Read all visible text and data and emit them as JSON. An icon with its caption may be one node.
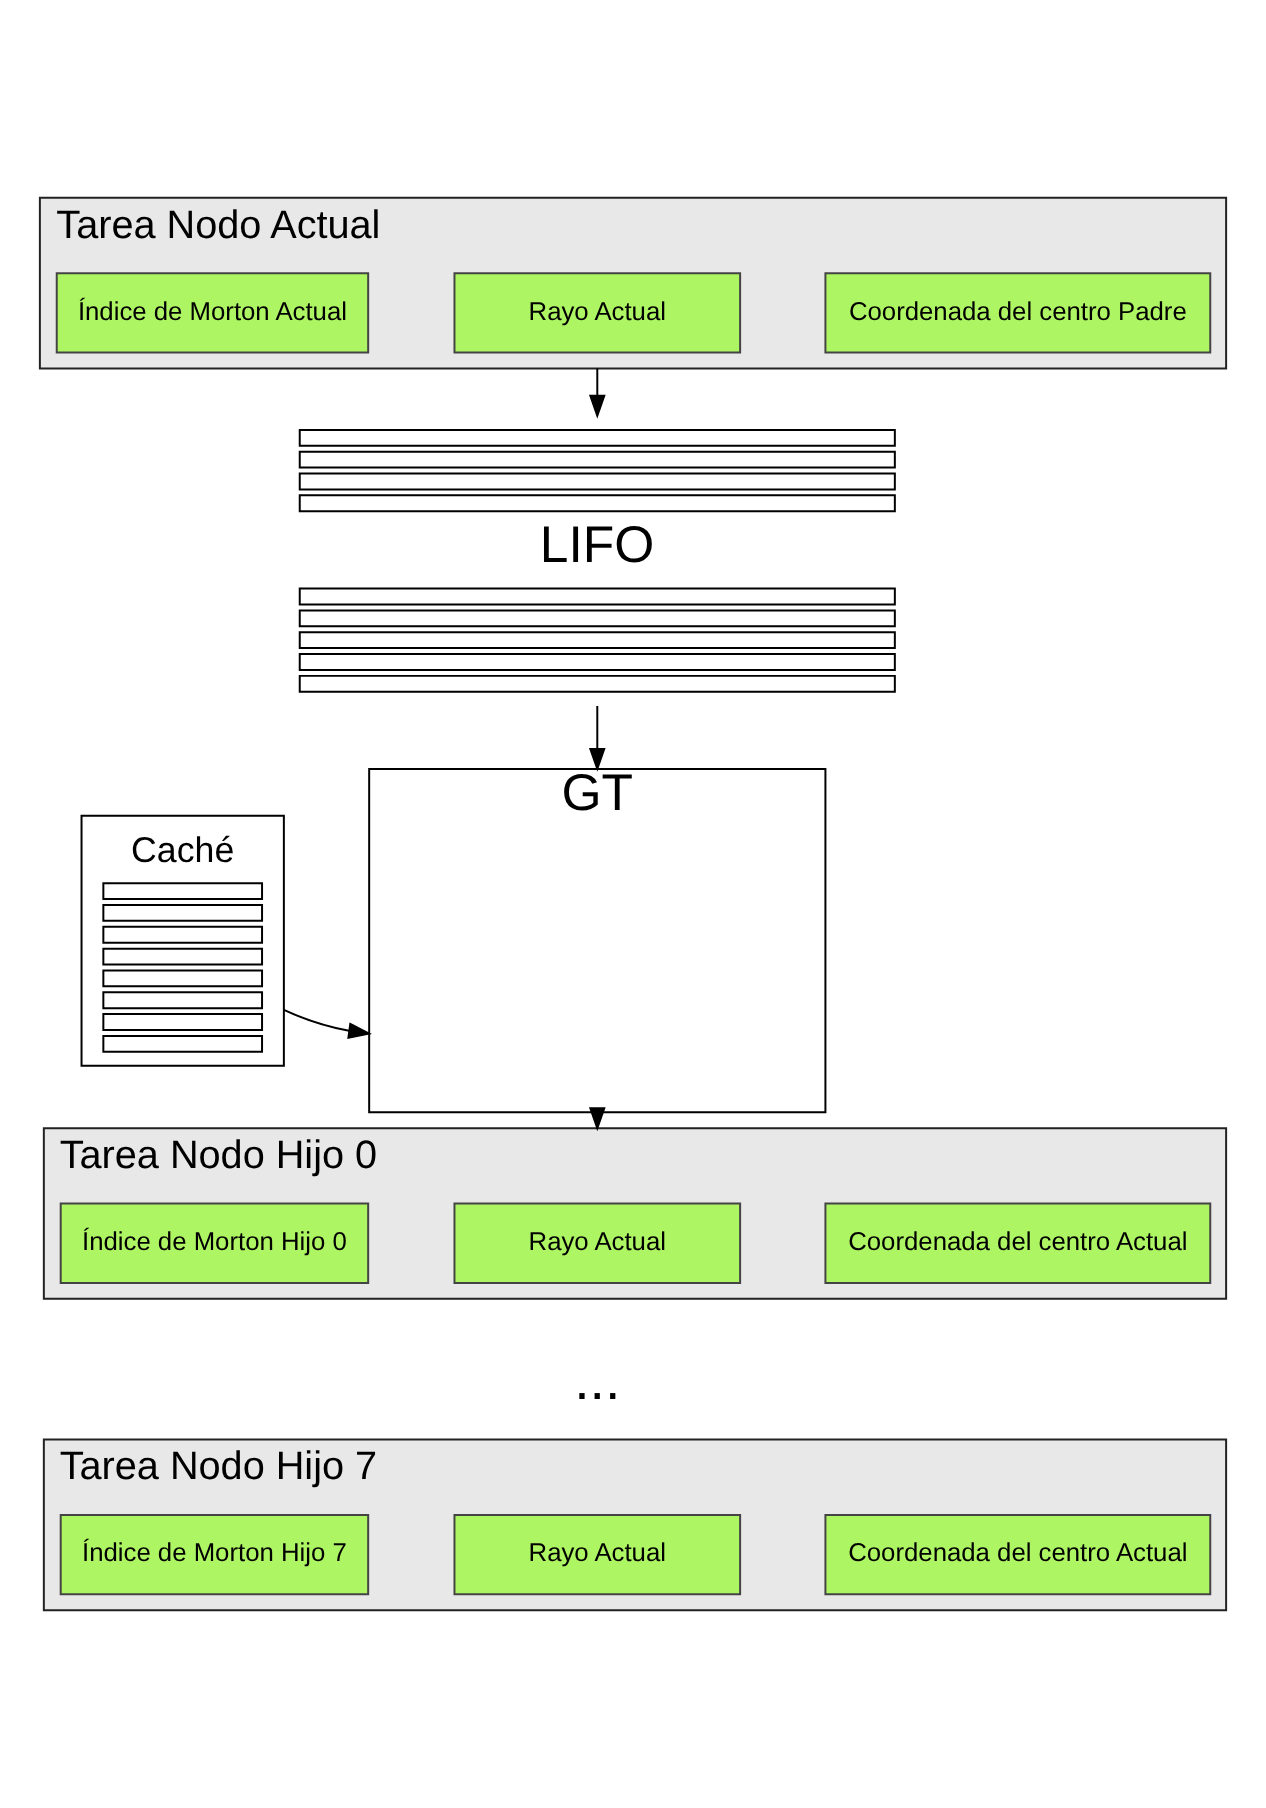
{
  "diagram": {
    "nodes": [
      {
        "text": [
          "Tarea Nodo Actual"
        ]
      },
      {
        "text": [
          "Índice de Morton Actual"
        ],
        "in": 0
      },
      {
        "text": [
          "Rayo Actual"
        ],
        "in": 0
      },
      {
        "text": [
          "Coordenada del centro Padre"
        ],
        "in": 0
      },
      {
        "text": [
          "LIFO"
        ]
      },
      {
        "text": [
          "GT"
        ]
      },
      {
        "text": [
          "Caché"
        ]
      },
      {
        "text": [
          "Tarea Nodo Hijo 0"
        ]
      },
      {
        "text": [
          "Índice de Morton Hijo 0"
        ],
        "in": 7
      },
      {
        "text": [
          "Rayo Actual"
        ],
        "in": 7
      },
      {
        "text": [
          "Coordenada del centro Actual"
        ],
        "in": 7
      },
      {
        "text": [
          "Tarea Nodo Hijo 7"
        ]
      },
      {
        "text": [
          "Índice de Morton Hijo 7"
        ],
        "in": 11
      },
      {
        "text": [
          "Rayo Actual"
        ],
        "in": 11
      },
      {
        "text": [
          "Coordenada del centro Actual"
        ],
        "in": 11
      }
    ],
    "edges": [
      {
        "from": 0,
        "to": 4,
        "arrow": "to"
      },
      {
        "from": 4,
        "to": 5,
        "arrow": "to"
      },
      {
        "from": 6,
        "to": 5,
        "arrow": "to"
      },
      {
        "from": 5,
        "to": 7,
        "arrow": "to"
      }
    ],
    "labels": [
      "..."
    ]
  }
}
